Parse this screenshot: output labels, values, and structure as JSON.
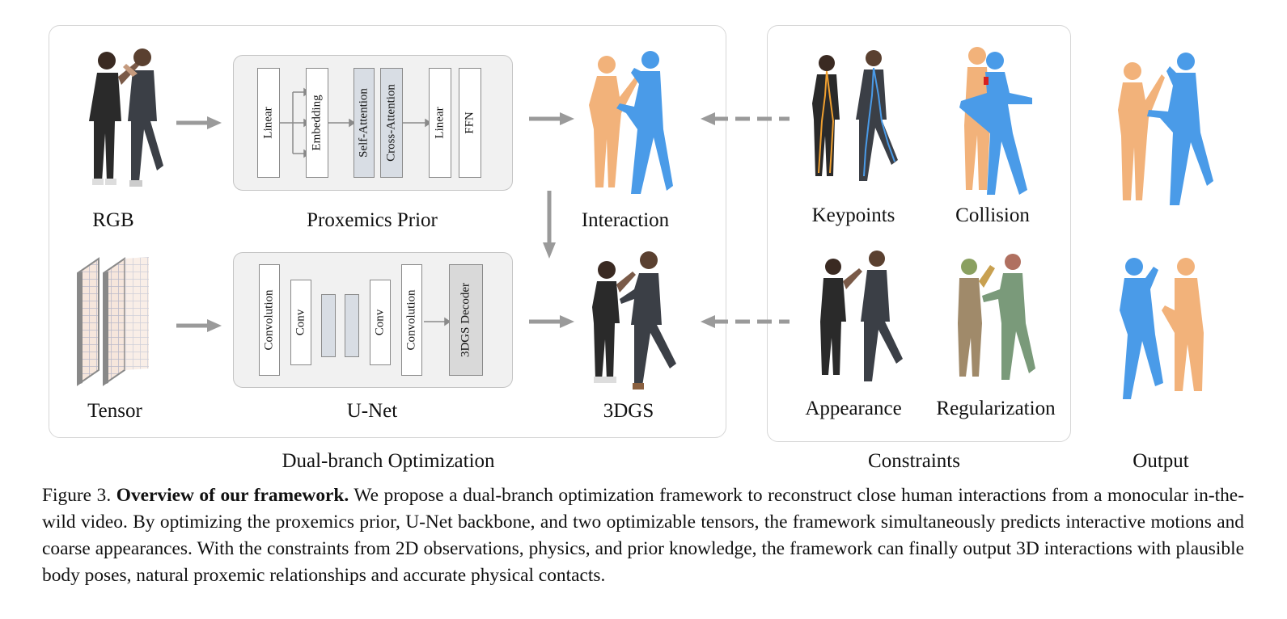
{
  "panels": {
    "dual_branch": {
      "inputs": {
        "rgb_label": "RGB",
        "tensor_label": "Tensor"
      },
      "proxemics_prior": {
        "label": "Proxemics Prior",
        "layers": [
          "Linear",
          "Embedding",
          "Self-Attention",
          "Cross-Attention",
          "Linear",
          "FFN"
        ]
      },
      "unet": {
        "label": "U-Net",
        "layers": [
          "Convolution",
          "Conv",
          "",
          "",
          "Conv",
          "Convolution",
          "3DGS Decoder"
        ]
      },
      "outputs": {
        "interaction_label": "Interaction",
        "gs_label": "3DGS"
      },
      "section_label": "Dual-branch Optimization"
    },
    "constraints": {
      "items": [
        "Keypoints",
        "Collision",
        "Appearance",
        "Regularization"
      ],
      "section_label": "Constraints"
    },
    "output": {
      "section_label": "Output"
    }
  },
  "caption": {
    "figure_number": "Figure 3.",
    "title": "Overview of our framework.",
    "body": "We propose a dual-branch optimization framework to reconstruct close human interactions from a monocular in-the-wild video. By optimizing the proxemics prior, U-Net backbone, and two optimizable tensors, the framework simultaneously predicts interactive motions and coarse appearances. With the constraints from 2D observations, physics, and prior knowledge, the framework can finally output 3D interactions with plausible body poses, natural proxemic relationships and accurate physical contacts."
  },
  "colors": {
    "mesh_orange": "#f2b27a",
    "mesh_blue": "#4a9be8",
    "arrow_gray": "#9a9a9a",
    "panel_border": "#d6d6d6",
    "attention_fill": "#d8dde4"
  },
  "icons": [
    "right-arrow-icon",
    "dashed-left-arrow-icon",
    "down-arrow-icon",
    "person-photo-icon",
    "mesh-body-icon",
    "tensor-grid-icon"
  ]
}
